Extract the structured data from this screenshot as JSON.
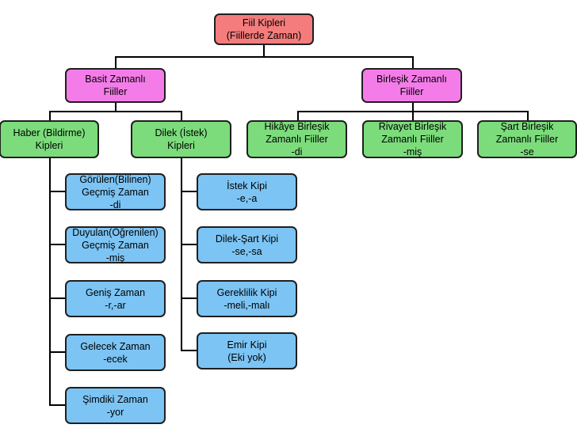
{
  "colors": {
    "root": "#f47c7c",
    "category": "#f47ce8",
    "group": "#7cdc7c",
    "leaf": "#7cc4f4",
    "line": "#000000"
  },
  "root": {
    "line1": "Fiil Kipleri",
    "line2": "(Fiillerde Zaman)"
  },
  "basit": {
    "line1": "Basit Zamanlı",
    "line2": "Fiiller"
  },
  "birlesik": {
    "line1": "Birleşik Zamanlı",
    "line2": "Fiiller"
  },
  "haber": {
    "line1": "Haber (Bildirme)",
    "line2": "Kipleri"
  },
  "dilek": {
    "line1": "Dilek (İstek)",
    "line2": "Kipleri"
  },
  "hikaye": {
    "line1": "Hikâye Birleşik",
    "line2": "Zamanlı Fiiller",
    "line3": "-di"
  },
  "rivayet": {
    "line1": "Rivayet Birleşik",
    "line2": "Zamanlı Fiiller",
    "line3": "-miş"
  },
  "sart": {
    "line1": "Şart  Birleşik",
    "line2": "Zamanlı Fiiller",
    "line3": "-se"
  },
  "haber_items": [
    {
      "line1": "Görülen(Bilinen)",
      "line2": "Geçmiş Zaman",
      "line3": "-di"
    },
    {
      "line1": "Duyulan(Öğrenilen)",
      "line2": "Geçmiş Zaman",
      "line3": "-miş"
    },
    {
      "line1": "Geniş Zaman",
      "line2": "-r,-ar"
    },
    {
      "line1": "Gelecek Zaman",
      "line2": "-ecek"
    },
    {
      "line1": "Şimdiki Zaman",
      "line2": "-yor"
    }
  ],
  "dilek_items": [
    {
      "line1": "İstek Kipi",
      "line2": "-e,-a"
    },
    {
      "line1": "Dilek-Şart Kipi",
      "line2": "-se,-sa"
    },
    {
      "line1": "Gereklilik Kipi",
      "line2": "-meli,-malı"
    },
    {
      "line1": "Emir Kipi",
      "line2": "(Eki yok)"
    }
  ]
}
